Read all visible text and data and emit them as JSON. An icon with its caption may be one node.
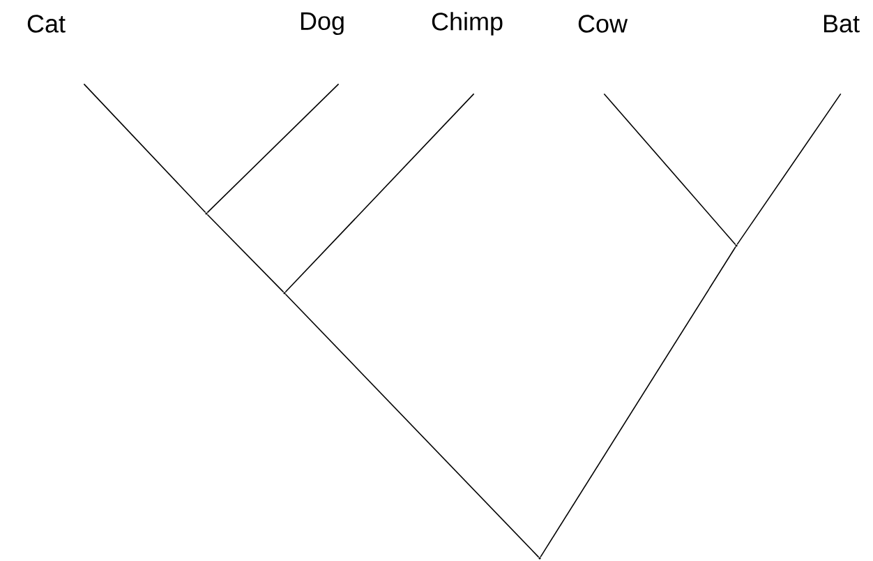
{
  "diagram": {
    "nodes": [
      {
        "text": [
          "Cat"
        ]
      },
      {
        "text": [
          "Dog"
        ]
      },
      {
        "text": [
          "Chimp"
        ]
      },
      {
        "text": [
          "Cow"
        ]
      },
      {
        "text": [
          "Bat"
        ]
      },
      {
        "text": [],
        "shape": "point"
      },
      {
        "text": [],
        "shape": "point"
      },
      {
        "text": [],
        "shape": "point"
      },
      {
        "text": [],
        "shape": "point"
      }
    ],
    "edges": [
      {
        "from": 0,
        "to": 5,
        "arrow": "none"
      },
      {
        "from": 1,
        "to": 5,
        "arrow": "none"
      },
      {
        "from": 5,
        "to": 6,
        "arrow": "none"
      },
      {
        "from": 2,
        "to": 6,
        "arrow": "none"
      },
      {
        "from": 6,
        "to": 8,
        "arrow": "none"
      },
      {
        "from": 3,
        "to": 7,
        "arrow": "none"
      },
      {
        "from": 4,
        "to": 7,
        "arrow": "none"
      },
      {
        "from": 7,
        "to": 8,
        "arrow": "none"
      }
    ]
  }
}
